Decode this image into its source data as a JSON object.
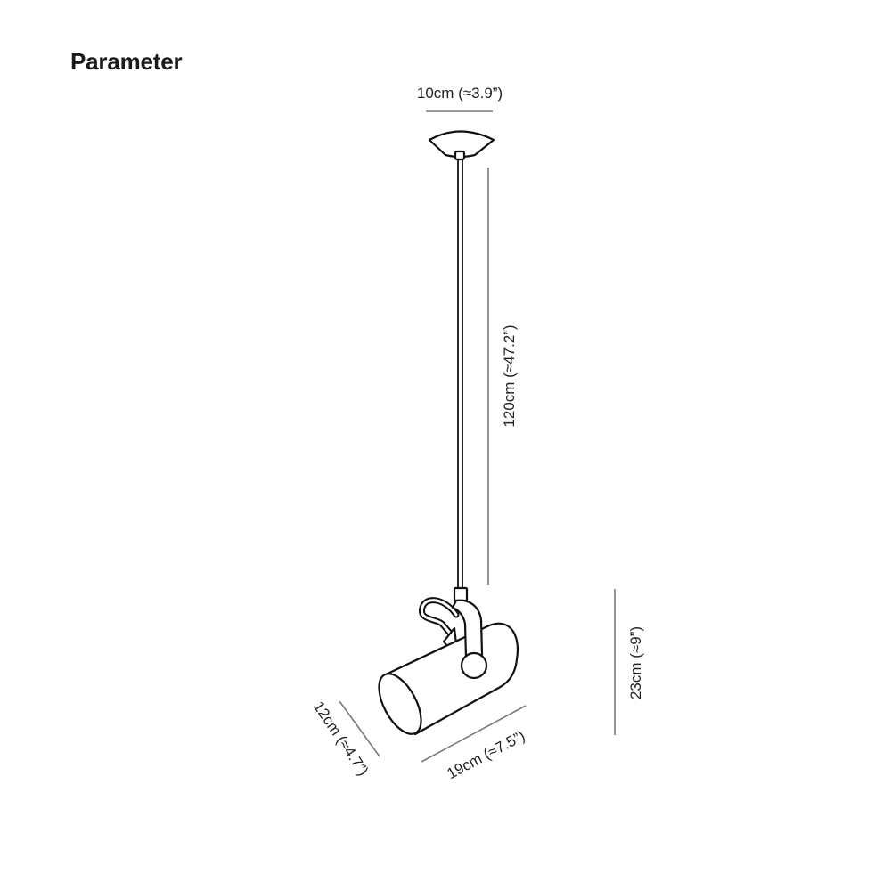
{
  "title": "Parameter",
  "dimensions": {
    "canopy_width": "10cm (≈3.9”)",
    "rod_length": "120cm (≈47.2”)",
    "head_height": "23cm (≈9”)",
    "shade_diameter": "12cm (≈4.7”)",
    "shade_length": "19cm (≈7.5”)"
  },
  "colors": {
    "text": "#1a1a1a",
    "dimension_line": "#7a7a7a",
    "outline": "#111111",
    "background": "#ffffff"
  }
}
